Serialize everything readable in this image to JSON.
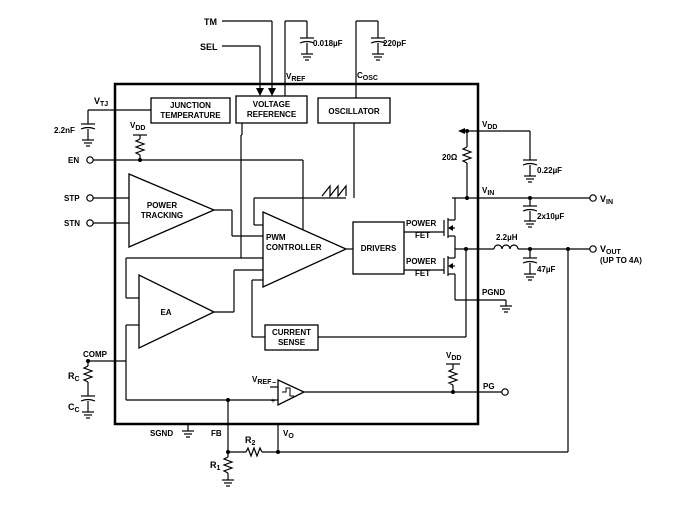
{
  "labels": {
    "tm": "TM",
    "sel": "SEL",
    "cap_vref": "0.018µF",
    "cap_osc": "220pF",
    "vref_top": "V",
    "vref_top_sub": "REF",
    "cosc": "C",
    "cosc_sub": "OSC",
    "vtj": "V",
    "vtj_sub": "TJ",
    "cap_vtj": "2.2nF",
    "vdd_left": "V",
    "vdd_left_sub": "DD",
    "en": "EN",
    "stp": "STP",
    "stn": "STN",
    "comp": "COMP",
    "rc": "R",
    "rc_sub": "C",
    "cc": "C",
    "cc_sub": "C",
    "sgnd": "SGND",
    "fb": "FB",
    "vo": "V",
    "vo_sub": "O",
    "r2": "R",
    "r2_sub": "2",
    "r1": "R",
    "r1_sub": "1",
    "vdd_right": "V",
    "vdd_right_sub": "DD",
    "r20": "20Ω",
    "cap_022": "0.22µF",
    "vin_pin": "V",
    "vin_pin_sub": "IN",
    "vin_out": "V",
    "vin_out_sub": "IN",
    "cap_2x10": "2x10µF",
    "ind": "2.2µH",
    "cap_47": "47µF",
    "vout": "V",
    "vout_sub": "OUT",
    "vout_note": "(UP TO 4A)",
    "pgnd": "PGND",
    "vdd_pg": "V",
    "vdd_pg_sub": "DD",
    "pg": "PG",
    "vref_cmp": "V",
    "vref_cmp_sub": "REF",
    "power_fet_top_1": "POWER",
    "power_fet_top_2": "FET",
    "power_fet_bot_1": "POWER",
    "power_fet_bot_2": "FET"
  },
  "blocks": {
    "junction_1": "JUNCTION",
    "junction_2": "TEMPERATURE",
    "voltage_1": "VOLTAGE",
    "voltage_2": "REFERENCE",
    "oscillator": "OSCILLATOR",
    "power_tracking_1": "POWER",
    "power_tracking_2": "TRACKING",
    "pwm_1": "PWM",
    "pwm_2": "CONTROLLER",
    "drivers": "DRIVERS",
    "ea": "EA",
    "current_1": "CURRENT",
    "current_2": "SENSE"
  }
}
